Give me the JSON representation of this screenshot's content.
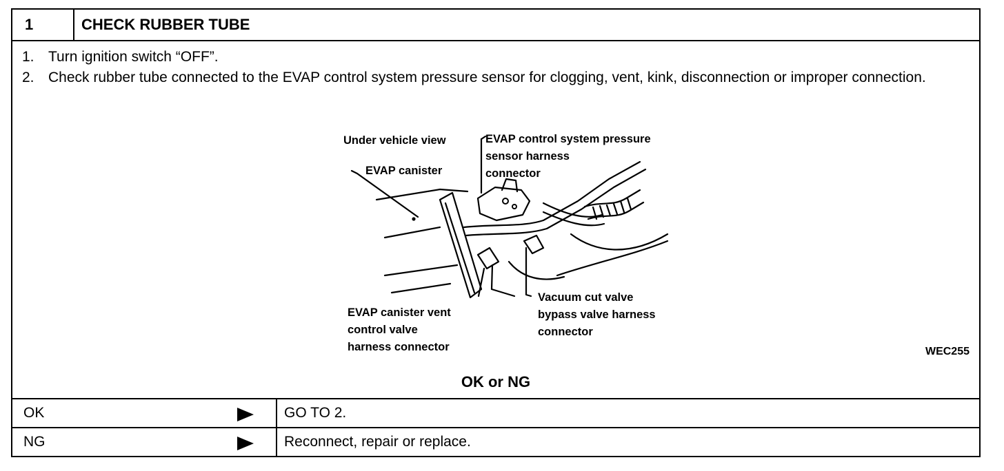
{
  "header": {
    "number": "1",
    "title": "CHECK RUBBER TUBE"
  },
  "steps": [
    {
      "num": "1.",
      "text": "Turn ignition switch “OFF”."
    },
    {
      "num": "2.",
      "text": "Check rubber tube connected to the EVAP control system pressure sensor for clogging, vent, kink, disconnection or improper connection."
    }
  ],
  "figure": {
    "labels": {
      "under_vehicle_view": "Under vehicle view",
      "evap_canister": "EVAP canister",
      "pressure_sensor_line1": "EVAP control system pressure",
      "pressure_sensor_line2": "sensor harness",
      "pressure_sensor_line3": "connector",
      "vent_valve_line1": "EVAP canister vent",
      "vent_valve_line2": "control valve",
      "vent_valve_line3": "harness connector",
      "cut_valve_line1": "Vacuum cut valve",
      "cut_valve_line2": "bypass valve harness",
      "cut_valve_line3": "connector"
    },
    "figure_id": "WEC255"
  },
  "decision": {
    "title": "OK or NG"
  },
  "results": [
    {
      "result": "OK",
      "action": "GO TO 2."
    },
    {
      "result": "NG",
      "action": "Reconnect, repair or replace."
    }
  ]
}
